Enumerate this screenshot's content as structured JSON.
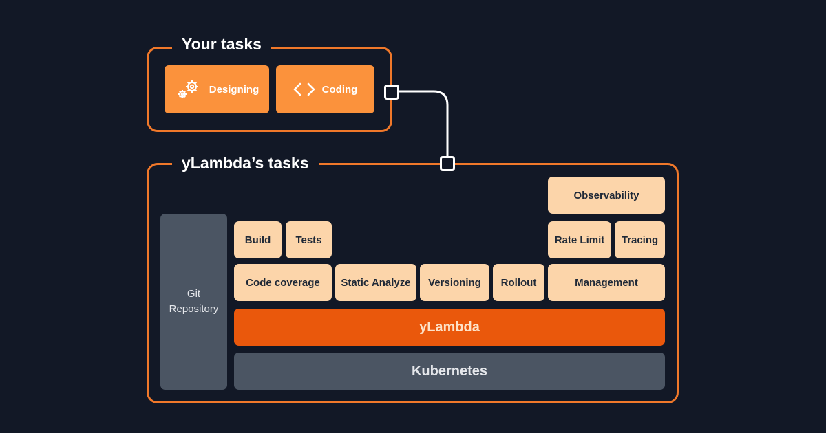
{
  "your_tasks": {
    "title": "Your tasks",
    "items": [
      {
        "label": "Designing",
        "icon": "gears-icon"
      },
      {
        "label": "Coding",
        "icon": "code-brackets-icon"
      }
    ]
  },
  "ylambda_tasks": {
    "title": "yLambda’s tasks",
    "git_repository": {
      "line1": "Git",
      "line2": "Repository"
    },
    "row_top": [
      "Observability"
    ],
    "row_middle": [
      "Build",
      "Tests",
      "Rate Limit",
      "Tracing"
    ],
    "row_bottom": [
      "Code coverage",
      "Static Analyze",
      "Versioning",
      "Rollout",
      "Management"
    ],
    "platform": "yLambda",
    "infrastructure": "Kubernetes"
  },
  "colors": {
    "background": "#121826",
    "frame_border": "#f0782a",
    "task_button": "#fb923c",
    "feature_box": "#fcd5aa",
    "platform_bar": "#ea580c",
    "infra_bar": "#4b5563"
  }
}
